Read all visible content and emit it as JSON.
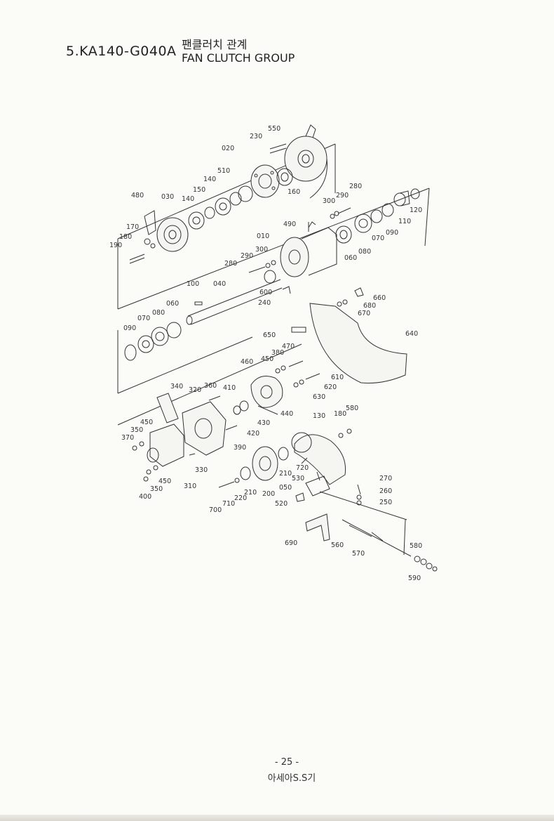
{
  "header": {
    "code": "5.KA140-G040A",
    "title_kr": "팬클러치 관계",
    "title_en": "FAN CLUTCH GROUP"
  },
  "diagram": {
    "part_labels": [
      "550",
      "230",
      "020",
      "510",
      "160",
      "140",
      "150",
      "140",
      "480",
      "030",
      "280",
      "290",
      "300",
      "490",
      "110",
      "120",
      "090",
      "070",
      "080",
      "060",
      "010",
      "170",
      "180",
      "190",
      "290",
      "300",
      "280",
      "600",
      "240",
      "100",
      "040",
      "060",
      "080",
      "070",
      "090",
      "660",
      "680",
      "670",
      "640",
      "650",
      "470",
      "380",
      "450",
      "460",
      "610",
      "620",
      "630",
      "340",
      "320",
      "360",
      "410",
      "440",
      "430",
      "420",
      "450",
      "350",
      "370",
      "390",
      "130",
      "180",
      "580",
      "330",
      "310",
      "350",
      "450",
      "400",
      "720",
      "530",
      "210",
      "270",
      "260",
      "050",
      "250",
      "700",
      "710",
      "220",
      "210",
      "200",
      "520",
      "690",
      "560",
      "570",
      "580",
      "590"
    ]
  },
  "footer": {
    "page_number": "- 25 -",
    "company": "아세아S.S기"
  }
}
